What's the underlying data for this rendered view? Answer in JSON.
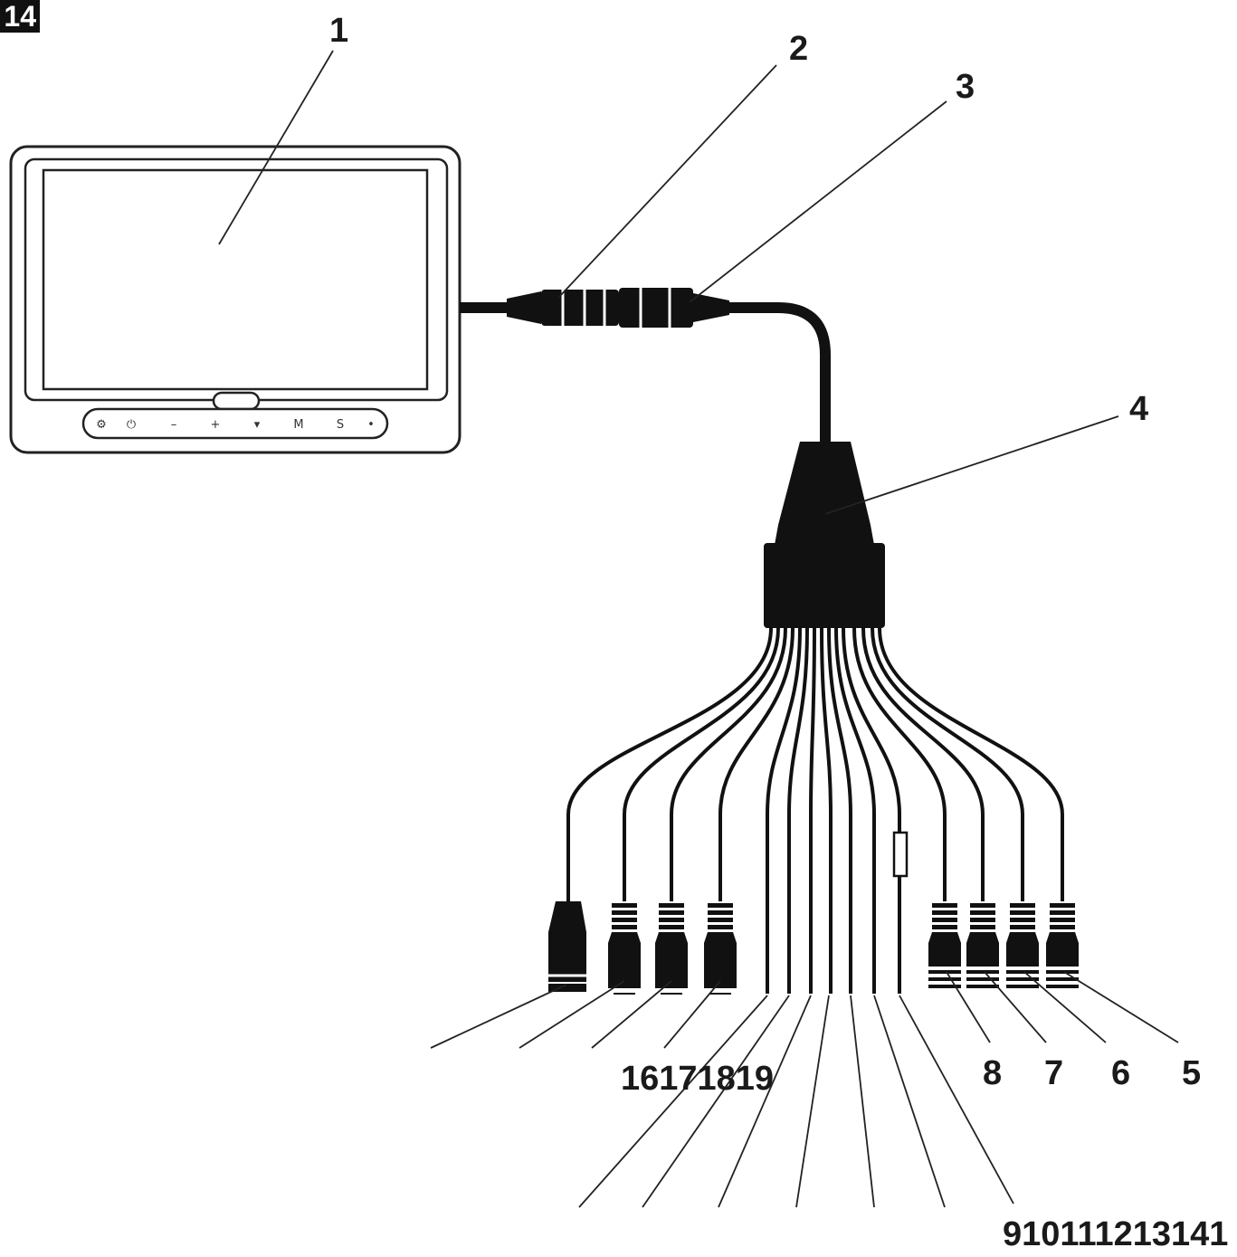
{
  "figure": {
    "badge": "14"
  },
  "callouts": {
    "c1": "1",
    "c2": "2",
    "c3": "3",
    "c4": "4",
    "c5": "5",
    "c6": "6",
    "c7": "7",
    "c8": "8",
    "group_left": "16171819",
    "group_bottom": "910111213141"
  },
  "monitor_buttons": [
    "⚙",
    "⏻",
    "–",
    "+",
    "▾",
    "M",
    "S",
    "•"
  ]
}
